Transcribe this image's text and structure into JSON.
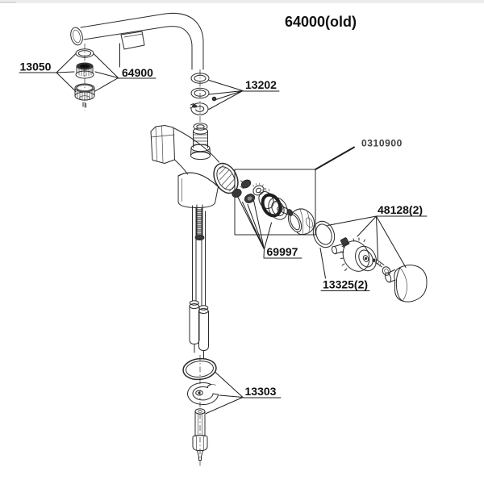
{
  "title": "64000(old)",
  "colors": {
    "background": "#ffffff",
    "line": "#2b2b2b",
    "label_text": "#101010",
    "box_label_text": "#3f3f3f"
  },
  "parts": {
    "aerator": {
      "label": "13050"
    },
    "spout": {
      "label": "64900"
    },
    "spout_washers": {
      "label": "13202"
    },
    "cartridge_assembly": {
      "label": "0310900"
    },
    "cartridge_seals": {
      "label": "69997"
    },
    "handle_set": {
      "label": "48128(2)"
    },
    "escutcheon_ring": {
      "label": "13325(2)"
    },
    "mounting_hardware": {
      "label": "13303"
    }
  }
}
